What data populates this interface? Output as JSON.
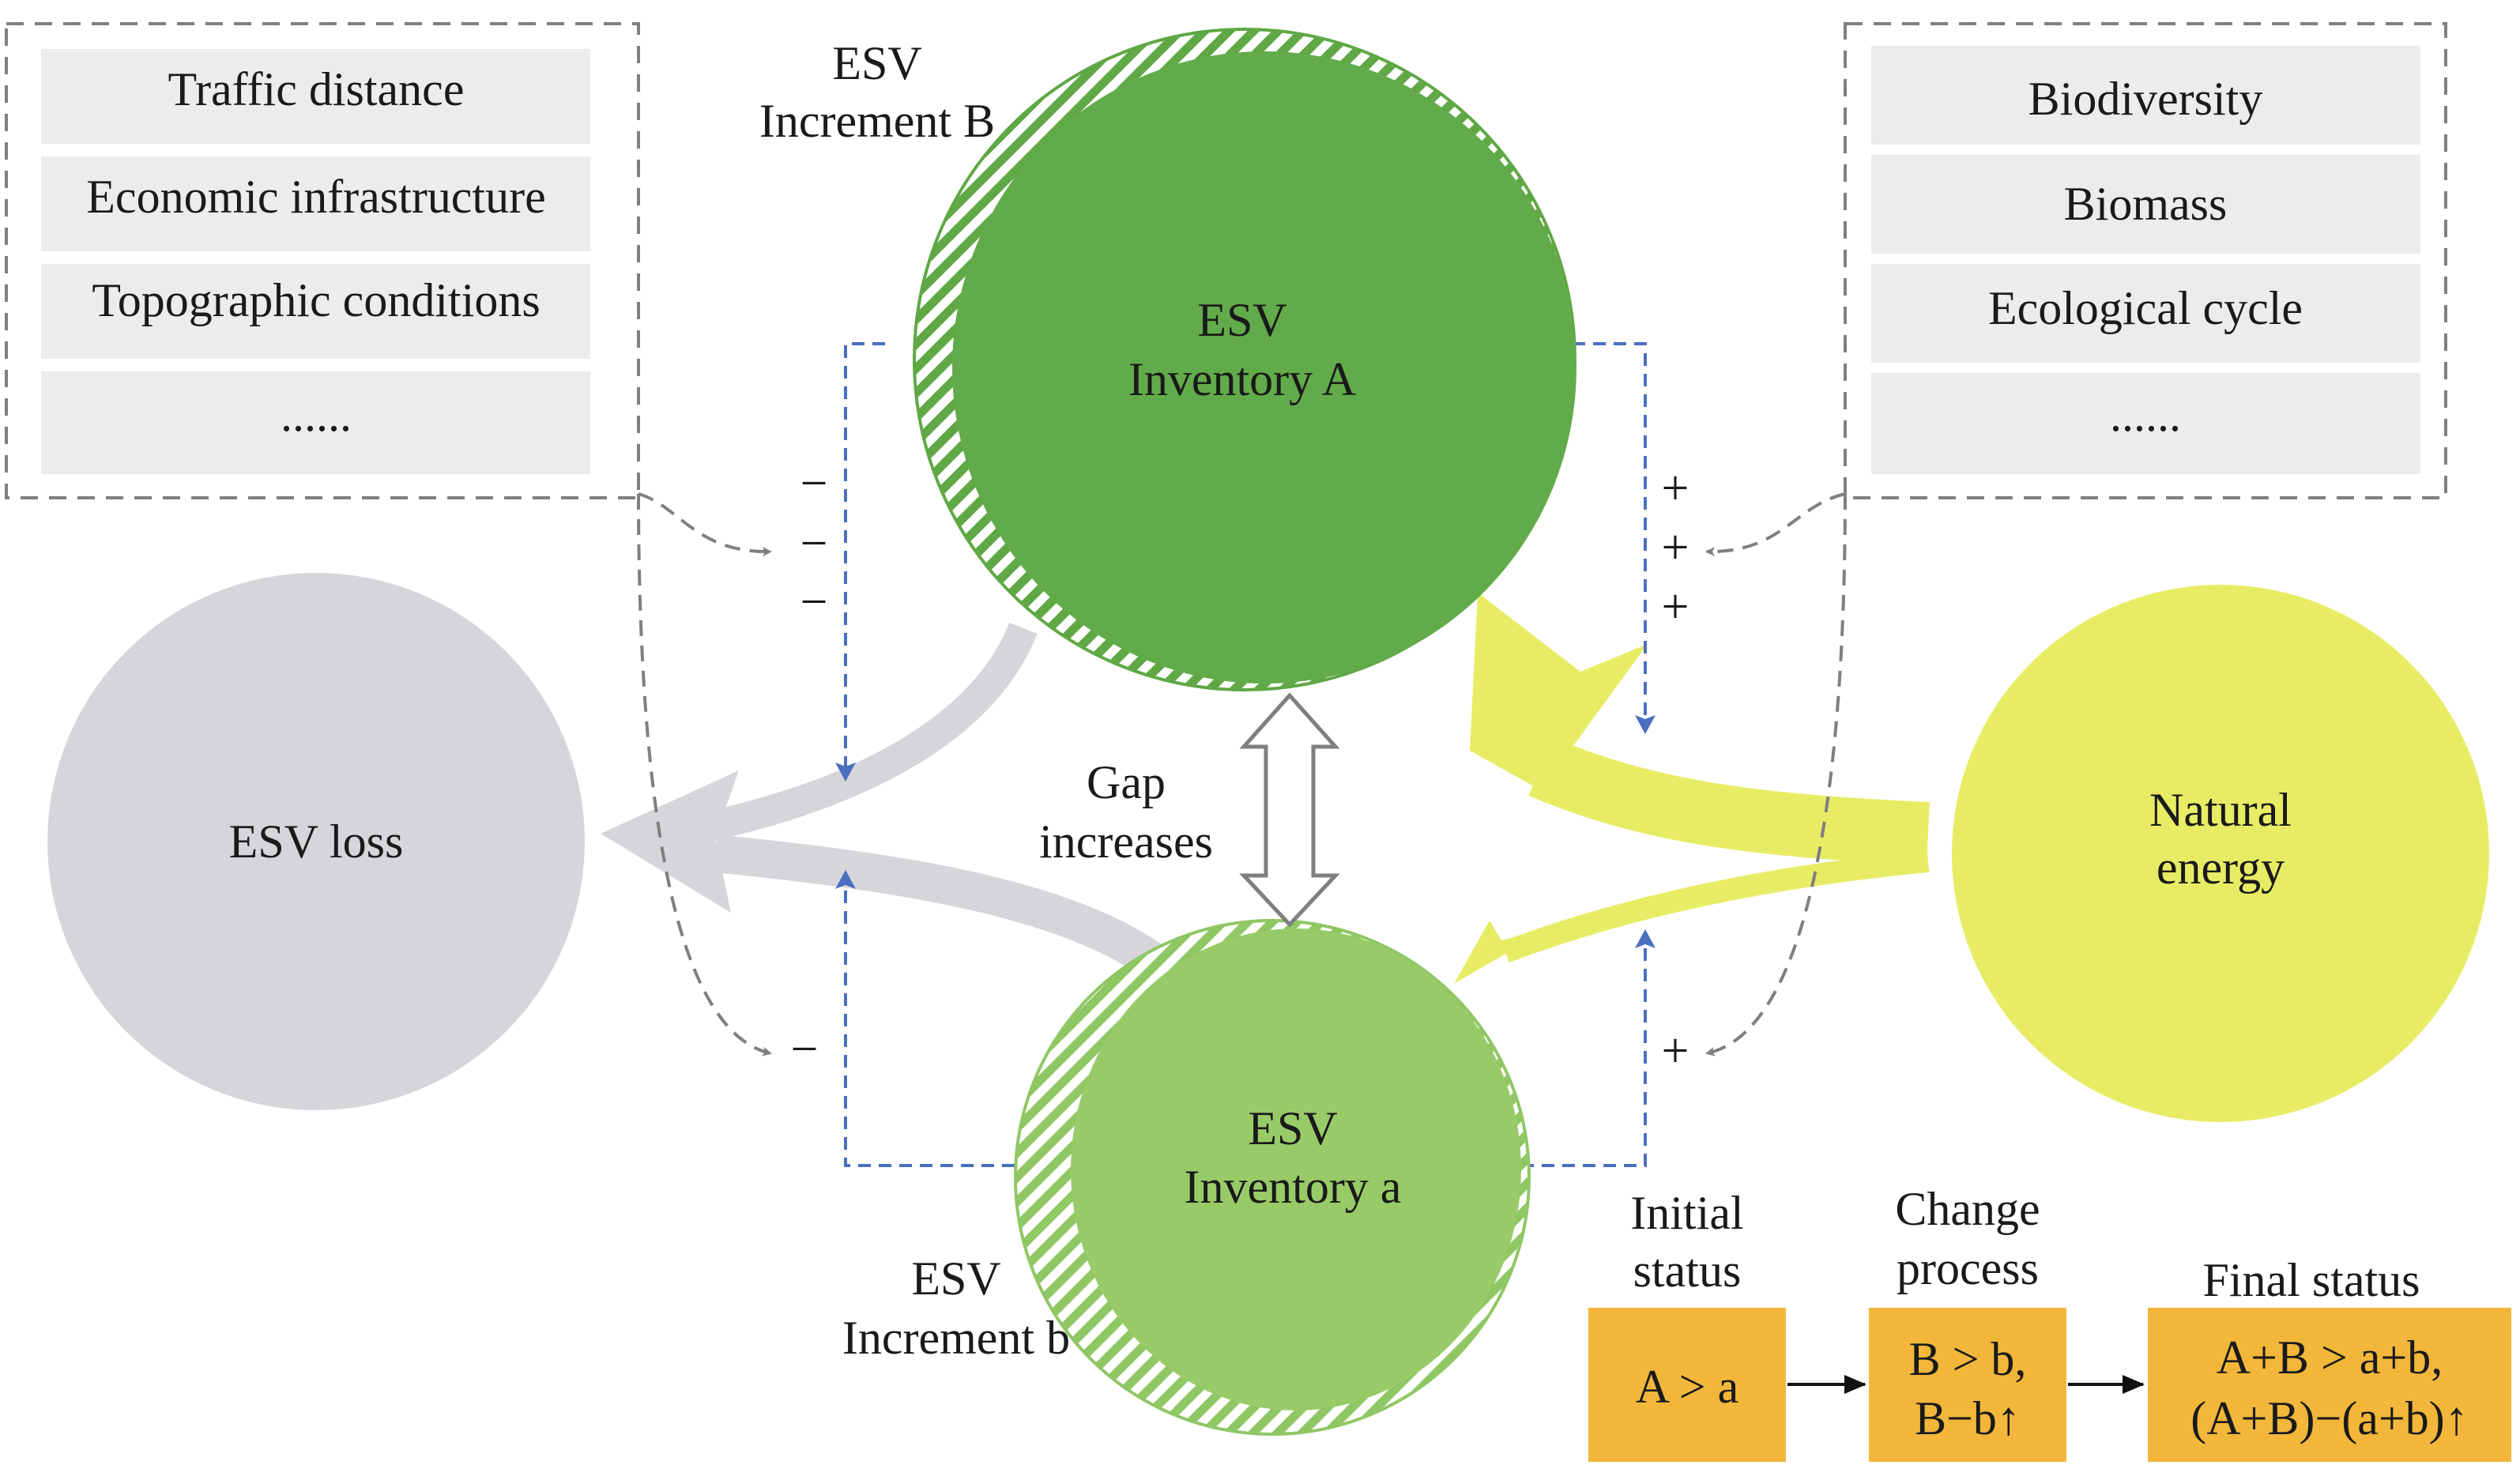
{
  "left_factors": {
    "items": [
      "Traffic distance",
      "Economic infrastructure",
      "Topographic conditions",
      "......"
    ]
  },
  "right_factors": {
    "items": [
      "Biodiversity",
      "Biomass",
      "Ecological cycle",
      "......"
    ]
  },
  "circles": {
    "inventory_A": {
      "line1": "ESV",
      "line2": "Inventory A",
      "color": "#62ab4a"
    },
    "inventory_a": {
      "line1": "ESV",
      "line2": "Inventory a",
      "color": "#98cb68"
    },
    "increment_B": {
      "line1": "ESV",
      "line2": "Increment B"
    },
    "increment_b": {
      "line1": "ESV",
      "line2": "Increment b"
    },
    "loss": {
      "label": "ESV loss",
      "color": "#d6d6da"
    },
    "natural": {
      "line1": "Natural",
      "line2": "energy",
      "color": "#e8ec64"
    }
  },
  "gap": {
    "line1": "Gap",
    "line2": "increases"
  },
  "signs": {
    "minus": "−",
    "plus": "+"
  },
  "status_flow": {
    "initial": {
      "title1": "Initial",
      "title2": "status",
      "box": "A > a"
    },
    "change": {
      "title1": "Change",
      "title2": "process",
      "box1": "B > b,",
      "box2": "B−b↑"
    },
    "final": {
      "title": "Final status",
      "box1": "A+B > a+b,",
      "box2": "(A+B)−(a+b)↑"
    },
    "box_color": "#f2b73a"
  },
  "colors": {
    "factor_box": "#ececec",
    "dashed_gray": "#7f7f7f",
    "dashed_blue": "#4a6fc0"
  }
}
